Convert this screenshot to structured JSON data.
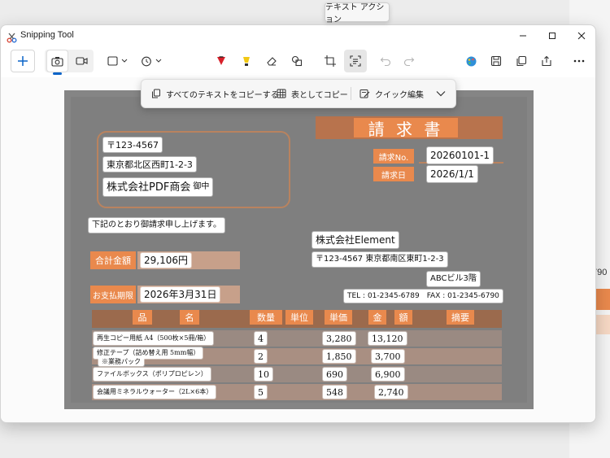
{
  "app": {
    "title": "Snipping Tool",
    "tooltip": "テキスト アクション"
  },
  "actions": {
    "copy_all": "すべてのテキストをコピーする",
    "copy_table": "表としてコピー",
    "quick_edit": "クイック編集"
  },
  "background": {
    "partial_text": "790"
  },
  "invoice": {
    "title": "請 求 書",
    "postal": "〒123-4567",
    "address": "東京都北区西町1-2-3",
    "company": "株式会社PDF商会",
    "honorific": "御中",
    "invoice_no_label": "請求No.",
    "invoice_no": "20260101-1",
    "date_label": "請求日",
    "date": "2026/1/1",
    "message": "下記のとおり御請求申し上げます。",
    "issuer": "株式会社Element",
    "issuer_address": "〒123-4567 東京都南区東町1-2-3",
    "issuer_building": "ABCビル3階",
    "issuer_contact": "TEL : 01-2345-6789　FAX : 01-2345-6790",
    "total_label": "合計金額",
    "total": "29,106円",
    "due_label": "お支払期限",
    "due": "2026年3月31日",
    "headers": {
      "item_a": "品",
      "item_b": "名",
      "qty": "数量",
      "unit": "単位",
      "price": "単価",
      "amount_a": "金",
      "amount_b": "額",
      "note": "摘要"
    },
    "rows": [
      {
        "name": "再生コピー用紙 A4（500枚×5冊/箱）",
        "qty": "4",
        "price": "3,280",
        "amount": "13,120"
      },
      {
        "name": "修正テープ（詰め替え用 5mm幅）",
        "sub": "※業務パック",
        "qty": "2",
        "price": "1,850",
        "amount": "3,700"
      },
      {
        "name": "ファイルボックス（ポリプロピレン）",
        "qty": "10",
        "price": "690",
        "amount": "6,900"
      },
      {
        "name": "会議用ミネラルウォーター（2L×6本）",
        "qty": "5",
        "price": "548",
        "amount": "2,740"
      }
    ]
  }
}
